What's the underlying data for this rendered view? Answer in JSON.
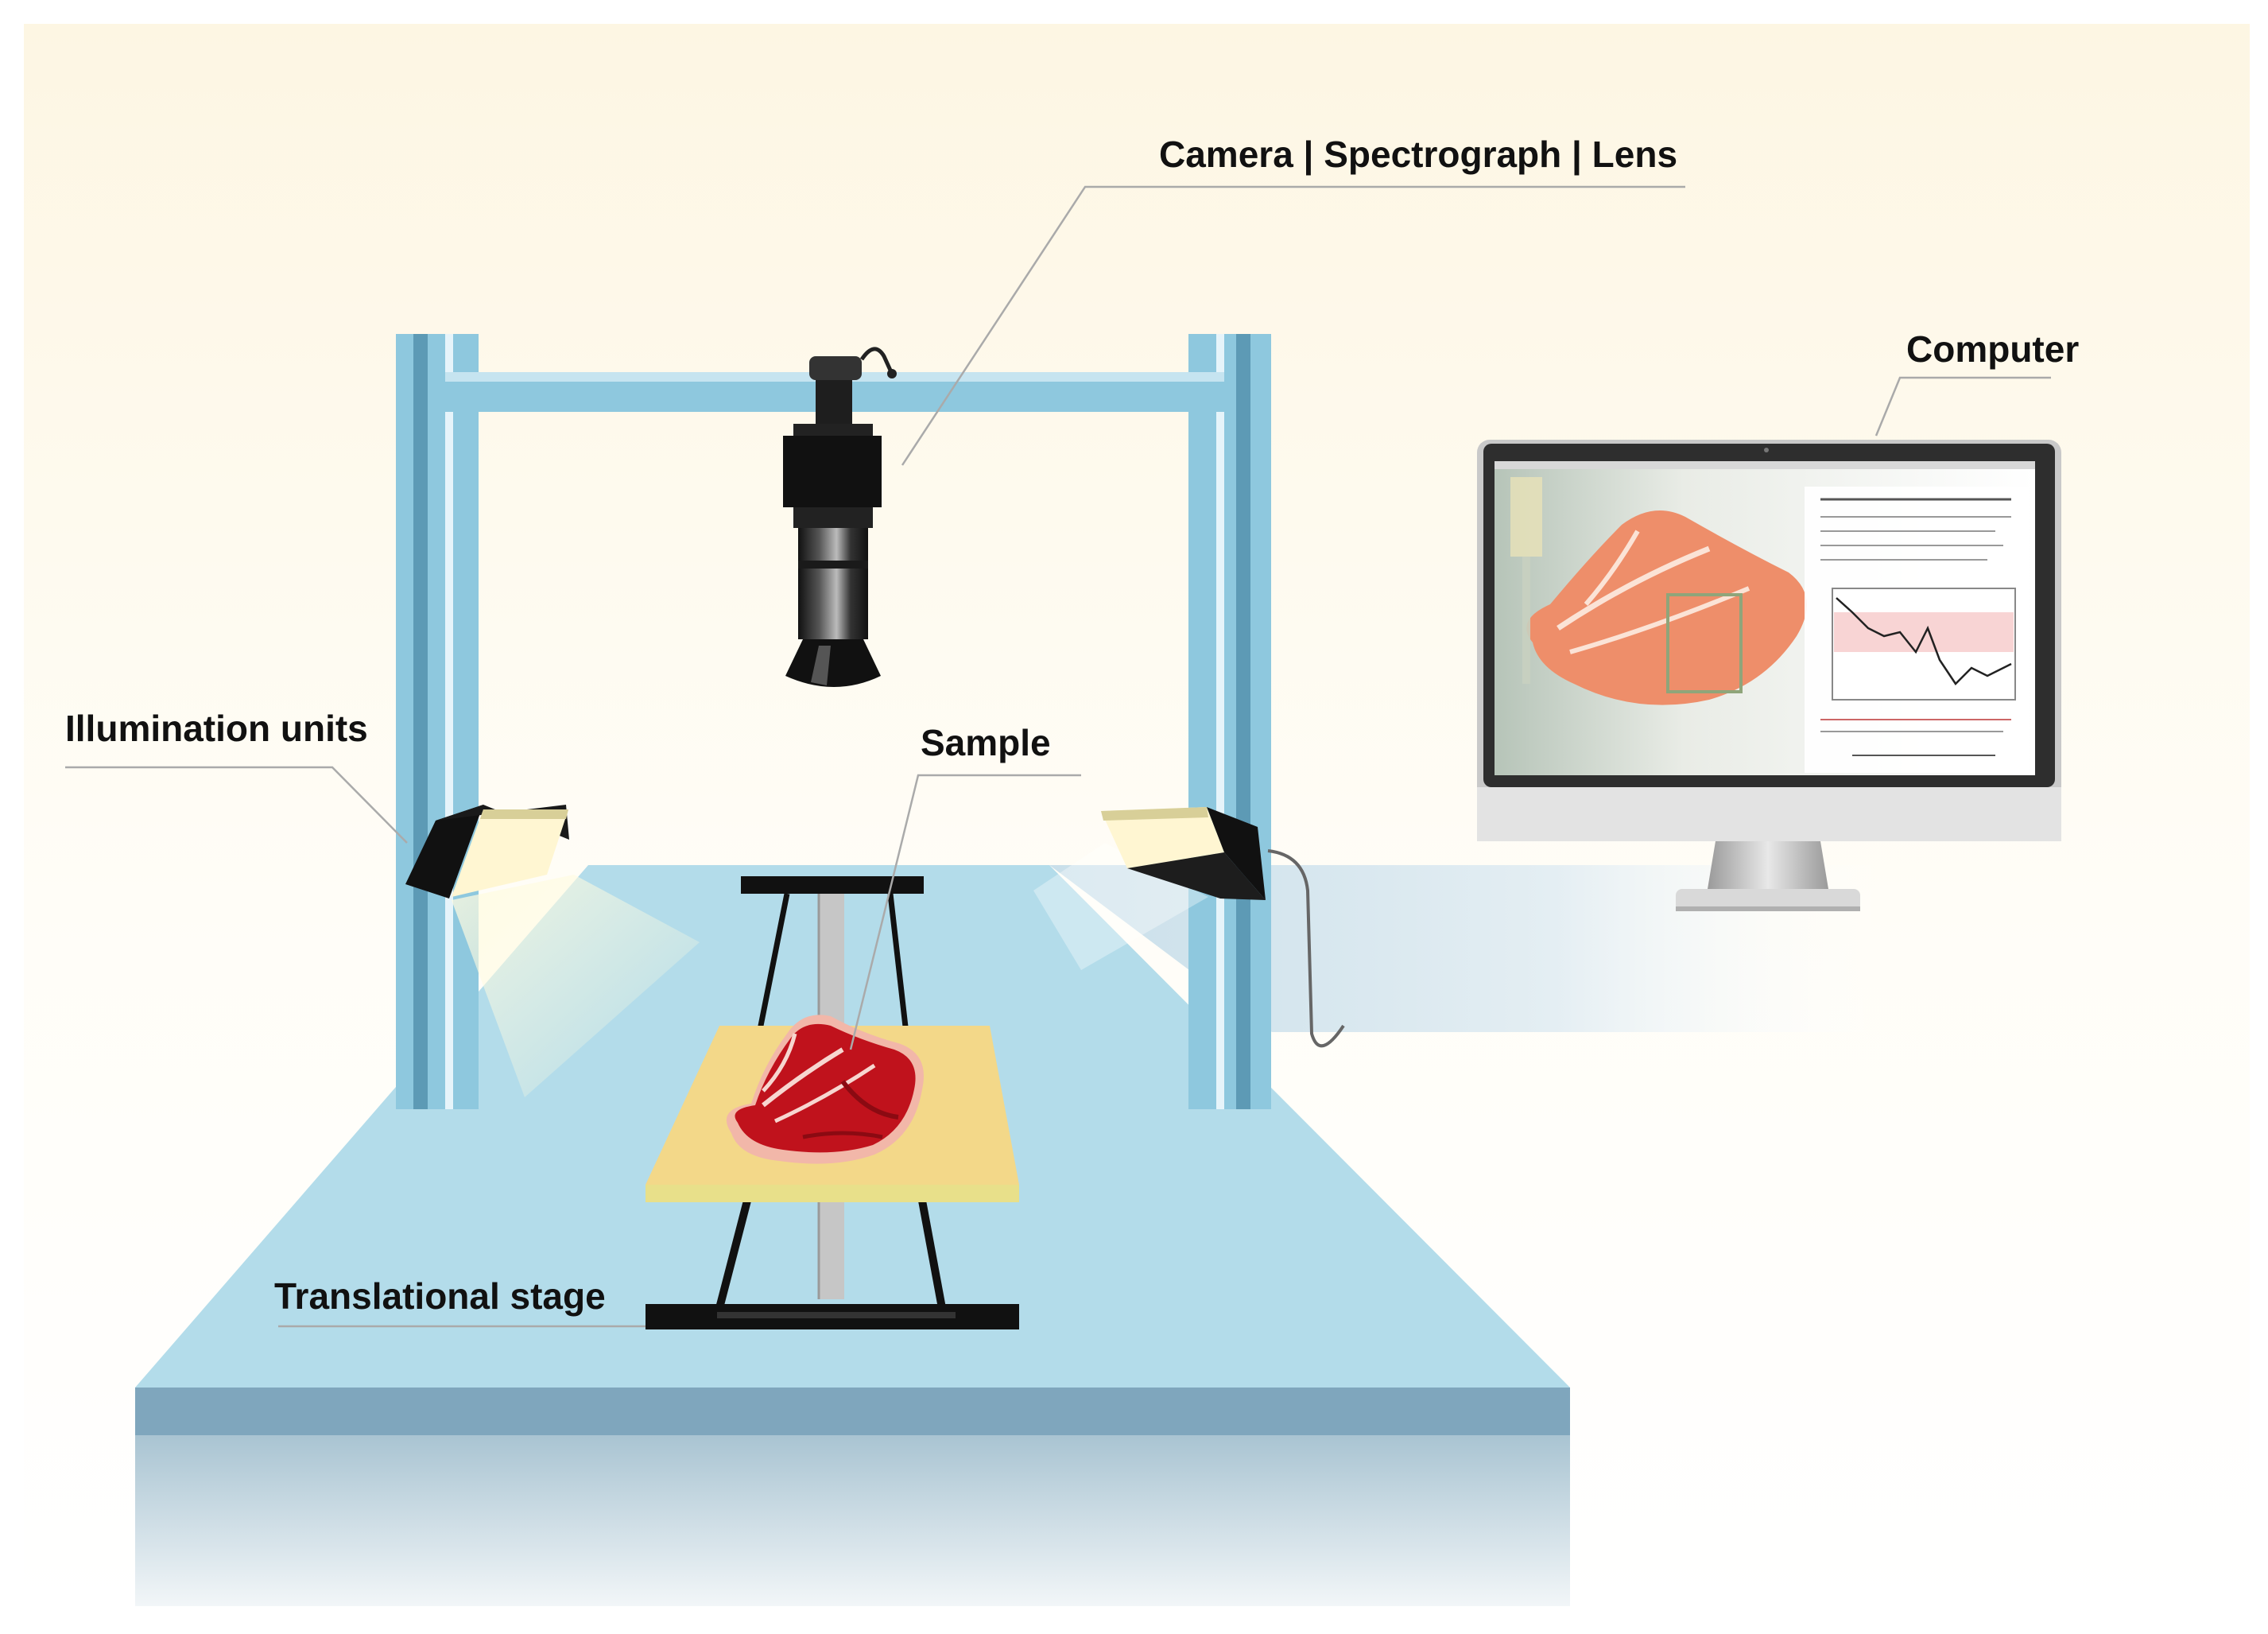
{
  "labels": {
    "camera": "Camera | Spectrograph | Lens",
    "computer": "Computer",
    "illumination": "Illumination units",
    "sample": "Sample",
    "stage": "Translational stage"
  },
  "colors": {
    "background_top": "#fdf8ea",
    "frame_blue": "#8ec8de",
    "table_top": "#b3dcea",
    "table_edge": "#7fa6bd",
    "sample_plate": "#f3d889",
    "meat_red": "#c0121c",
    "monitor_bezel": "#2e2e2e"
  }
}
